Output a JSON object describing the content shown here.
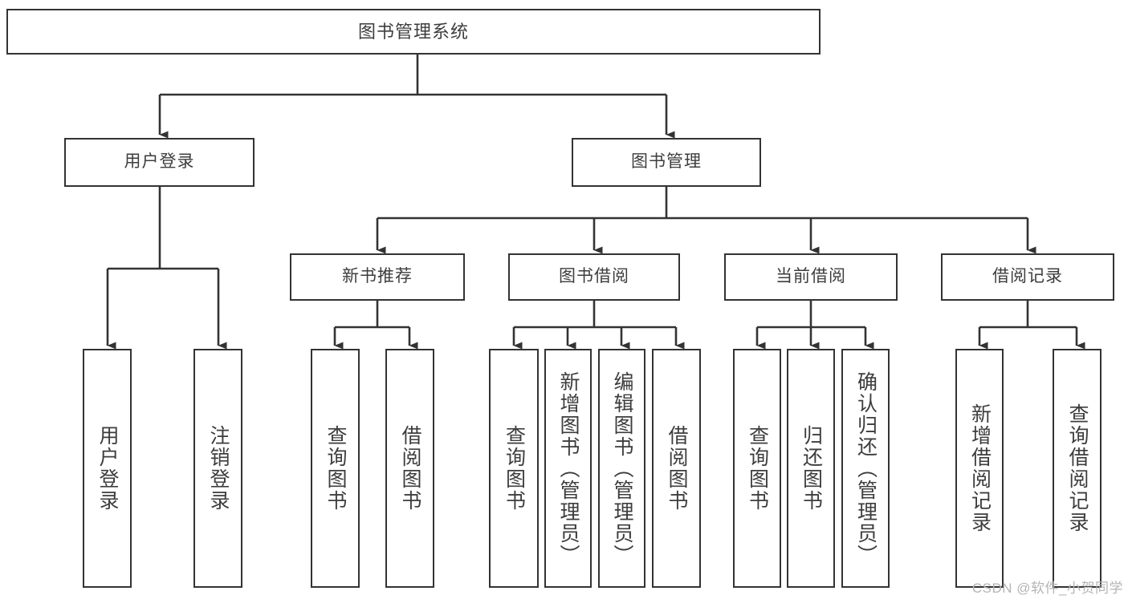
{
  "diagram": {
    "title": "图书管理系统",
    "type": "tree",
    "watermark": "CSDN @软件_小贺同学",
    "colors": {
      "box_border": "#333333",
      "box_fill": "#ffffff",
      "text": "#3d3d3d",
      "connector": "#333333",
      "watermark": "#b4b4b4",
      "background": "#ffffff"
    },
    "root": {
      "label": "图书管理系统"
    },
    "level2": [
      {
        "label": "用户登录"
      },
      {
        "label": "图书管理"
      }
    ],
    "level3": [
      {
        "label": "新书推荐"
      },
      {
        "label": "图书借阅"
      },
      {
        "label": "当前借阅"
      },
      {
        "label": "借阅记录"
      }
    ],
    "leaves": {
      "user_login": [
        {
          "label": "用户登录"
        },
        {
          "label": "注销登录"
        }
      ],
      "new_book": [
        {
          "label": "查询图书"
        },
        {
          "label": "借阅图书"
        }
      ],
      "book_borrow": [
        {
          "label": "查询图书"
        },
        {
          "label": "新增图书（管理员）"
        },
        {
          "label": "编辑图书（管理员）"
        },
        {
          "label": "借阅图书"
        }
      ],
      "current_borrow": [
        {
          "label": "查询图书"
        },
        {
          "label": "归还图书"
        },
        {
          "label": "确认归还（管理员）"
        }
      ],
      "borrow_record": [
        {
          "label": "新增借阅记录"
        },
        {
          "label": "查询借阅记录"
        }
      ]
    }
  }
}
